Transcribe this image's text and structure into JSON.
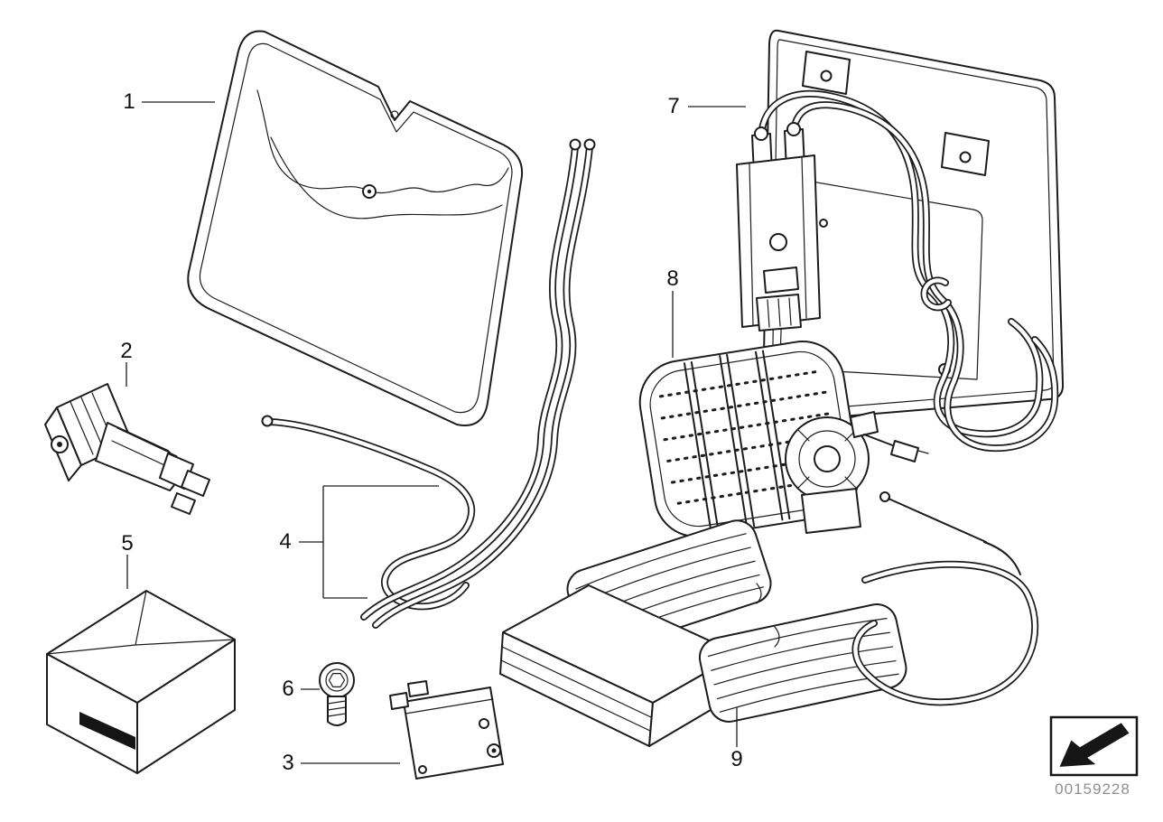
{
  "diagram": {
    "type": "vehicle-seat-parts-diagram",
    "labels": [
      {
        "text": "1"
      },
      {
        "text": "2"
      },
      {
        "text": "3"
      },
      {
        "text": "4"
      },
      {
        "text": "5"
      },
      {
        "text": "6"
      },
      {
        "text": "7"
      },
      {
        "text": "8"
      },
      {
        "text": "9"
      }
    ],
    "image_code": "00159228",
    "colors": {
      "line": "#1c1c1c",
      "background": "#ffffff",
      "image_code_text": "#8f8f8f"
    },
    "icons": {
      "direction_arrow": "arrow-down-left"
    }
  }
}
